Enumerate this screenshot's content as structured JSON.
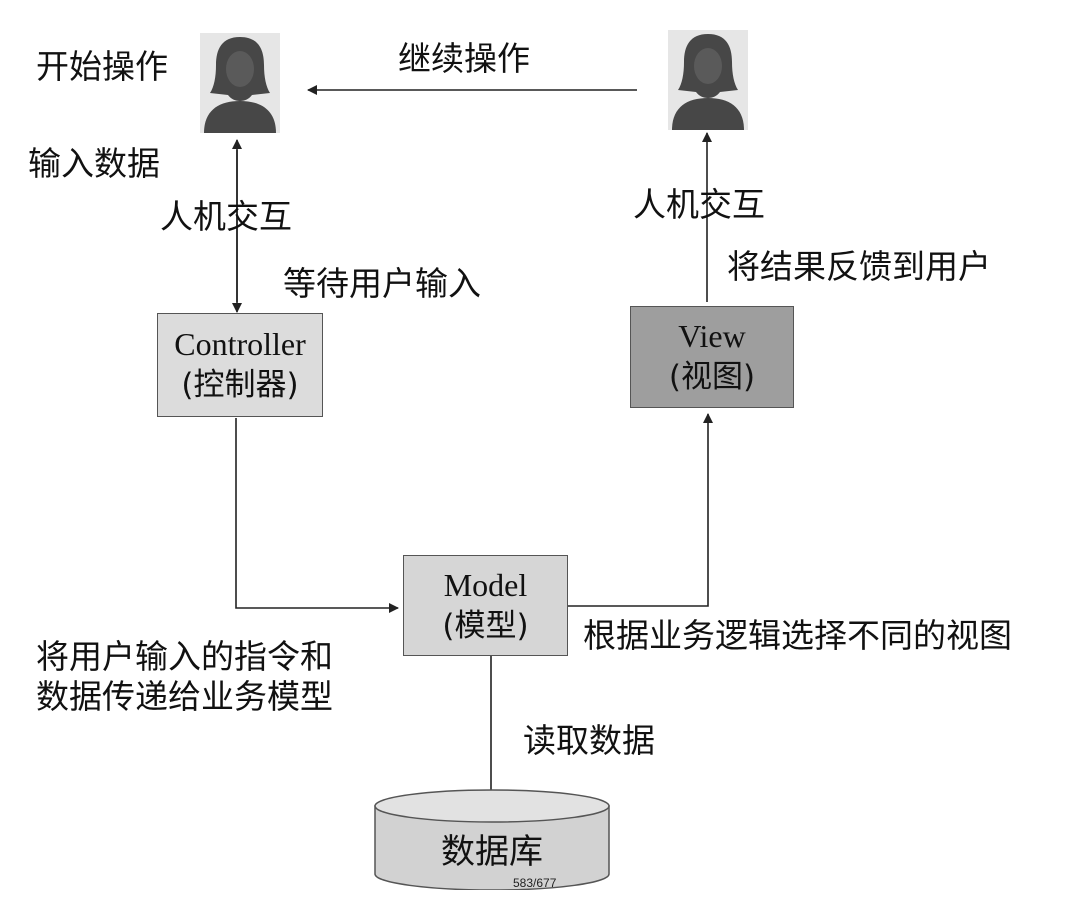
{
  "colors": {
    "controller_fill": "#dcdcdc",
    "view_fill": "#9e9e9e",
    "model_fill": "#d6d6d6",
    "database_fill": "#d2d2d2",
    "line": "#222222",
    "avatar_bg": "#e6e6e6",
    "avatar_figure": "#474747"
  },
  "icons": [
    "user-avatar-icon",
    "user-avatar-icon"
  ],
  "labels": {
    "start_operation": "开始操作",
    "continue_operation": "继续操作",
    "input_data": "输入数据",
    "hci_left": "人机交互",
    "hci_right": "人机交互",
    "wait_input": "等待用户输入",
    "feedback": "将结果反馈到用户",
    "pass_line1": "将用户输入的指令和",
    "pass_line2": "数据传递给业务模型",
    "select_view": "根据业务逻辑选择不同的视图",
    "read_data": "读取数据"
  },
  "nodes": {
    "controller": {
      "en": "Controller",
      "zh": "(控制器)"
    },
    "view": {
      "en": "View",
      "zh": "(视图)"
    },
    "model": {
      "en": "Model",
      "zh": "(模型)"
    },
    "database": {
      "label": "数据库"
    }
  },
  "page_number": "583/677"
}
